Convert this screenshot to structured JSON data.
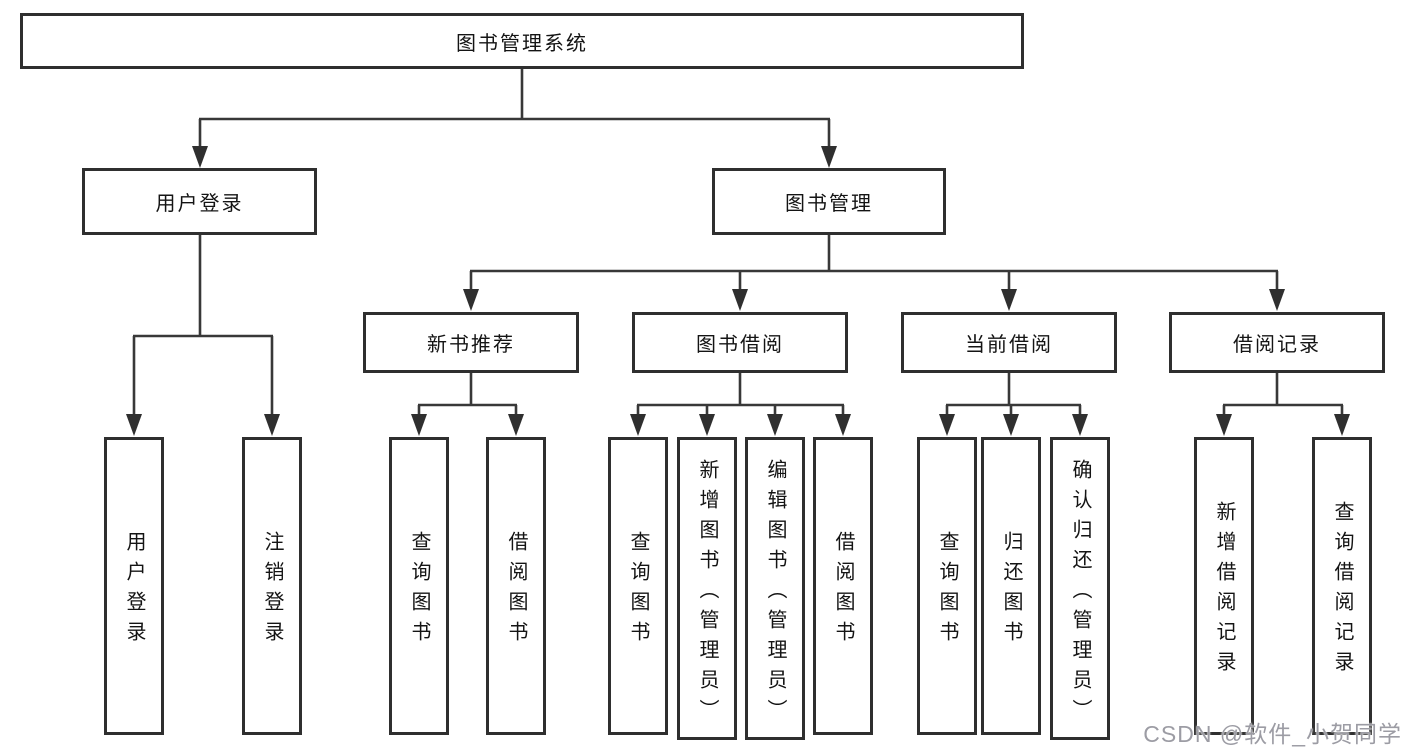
{
  "diagram_type": "hierarchy-tree",
  "colors": {
    "background": "#ffffff",
    "box_border": "#2f2f2f",
    "line": "#383838",
    "text": "#141414",
    "watermark": "#9c9ca4"
  },
  "nodes": {
    "root": "图书管理系统",
    "level2": {
      "user_login": "用户登录",
      "book_mgmt": "图书管理"
    },
    "level3": {
      "new_book": "新书推荐",
      "book_borrow": "图书借阅",
      "current_borrow": "当前借阅",
      "borrow_record": "借阅记录"
    },
    "leaves": {
      "g1": [
        "用户登录",
        "注销登录"
      ],
      "g2": [
        "查询图书",
        "借阅图书"
      ],
      "g3": [
        "查询图书",
        "新增图书（管理员）",
        "编辑图书（管理员）",
        "借阅图书"
      ],
      "g4": [
        "查询图书",
        "归还图书",
        "确认归还（管理员）"
      ],
      "g5": [
        "新增借阅记录",
        "查询借阅记录"
      ]
    }
  },
  "watermark": "CSDN @软件_小贺同学"
}
